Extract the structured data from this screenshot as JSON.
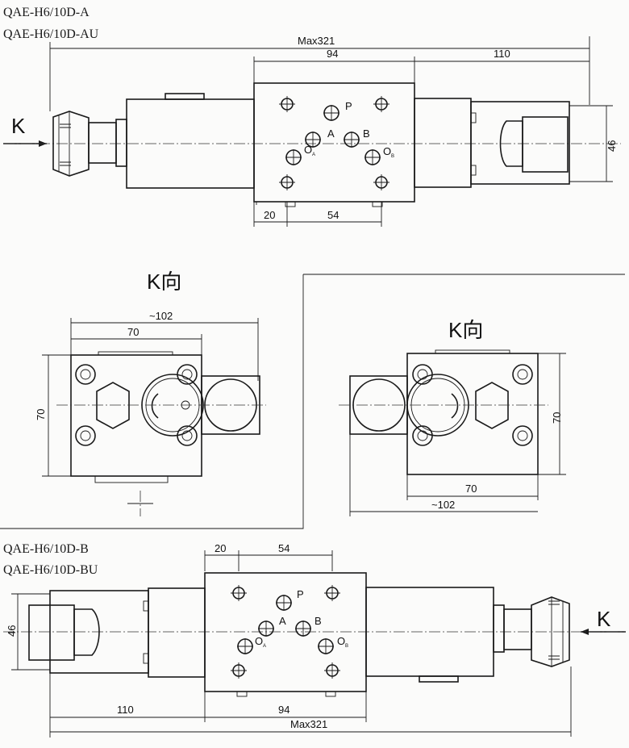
{
  "titles": {
    "top_model_1": "QAE-H6/10D-A",
    "top_model_2": "QAE-H6/10D-AU",
    "bottom_model_1": "QAE-H6/10D-B",
    "bottom_model_2": "QAE-H6/10D-BU"
  },
  "view_labels": {
    "k_arrow_top": "K",
    "k_arrow_bottom": "K",
    "k_view_left": "K向",
    "k_view_right": "K向"
  },
  "ports": {
    "p": "P",
    "a": "A",
    "b": "B",
    "oa": "O",
    "oa_sub": "A",
    "ob": "O",
    "ob_sub": "B"
  },
  "dimensions": {
    "max_length": "Max321",
    "body_width": "94",
    "coil_length": "110",
    "height_46": "46",
    "offset_20": "20",
    "hole_spacing_54": "54",
    "overall_102": "~102",
    "width_70": "70",
    "height_70": "70"
  }
}
